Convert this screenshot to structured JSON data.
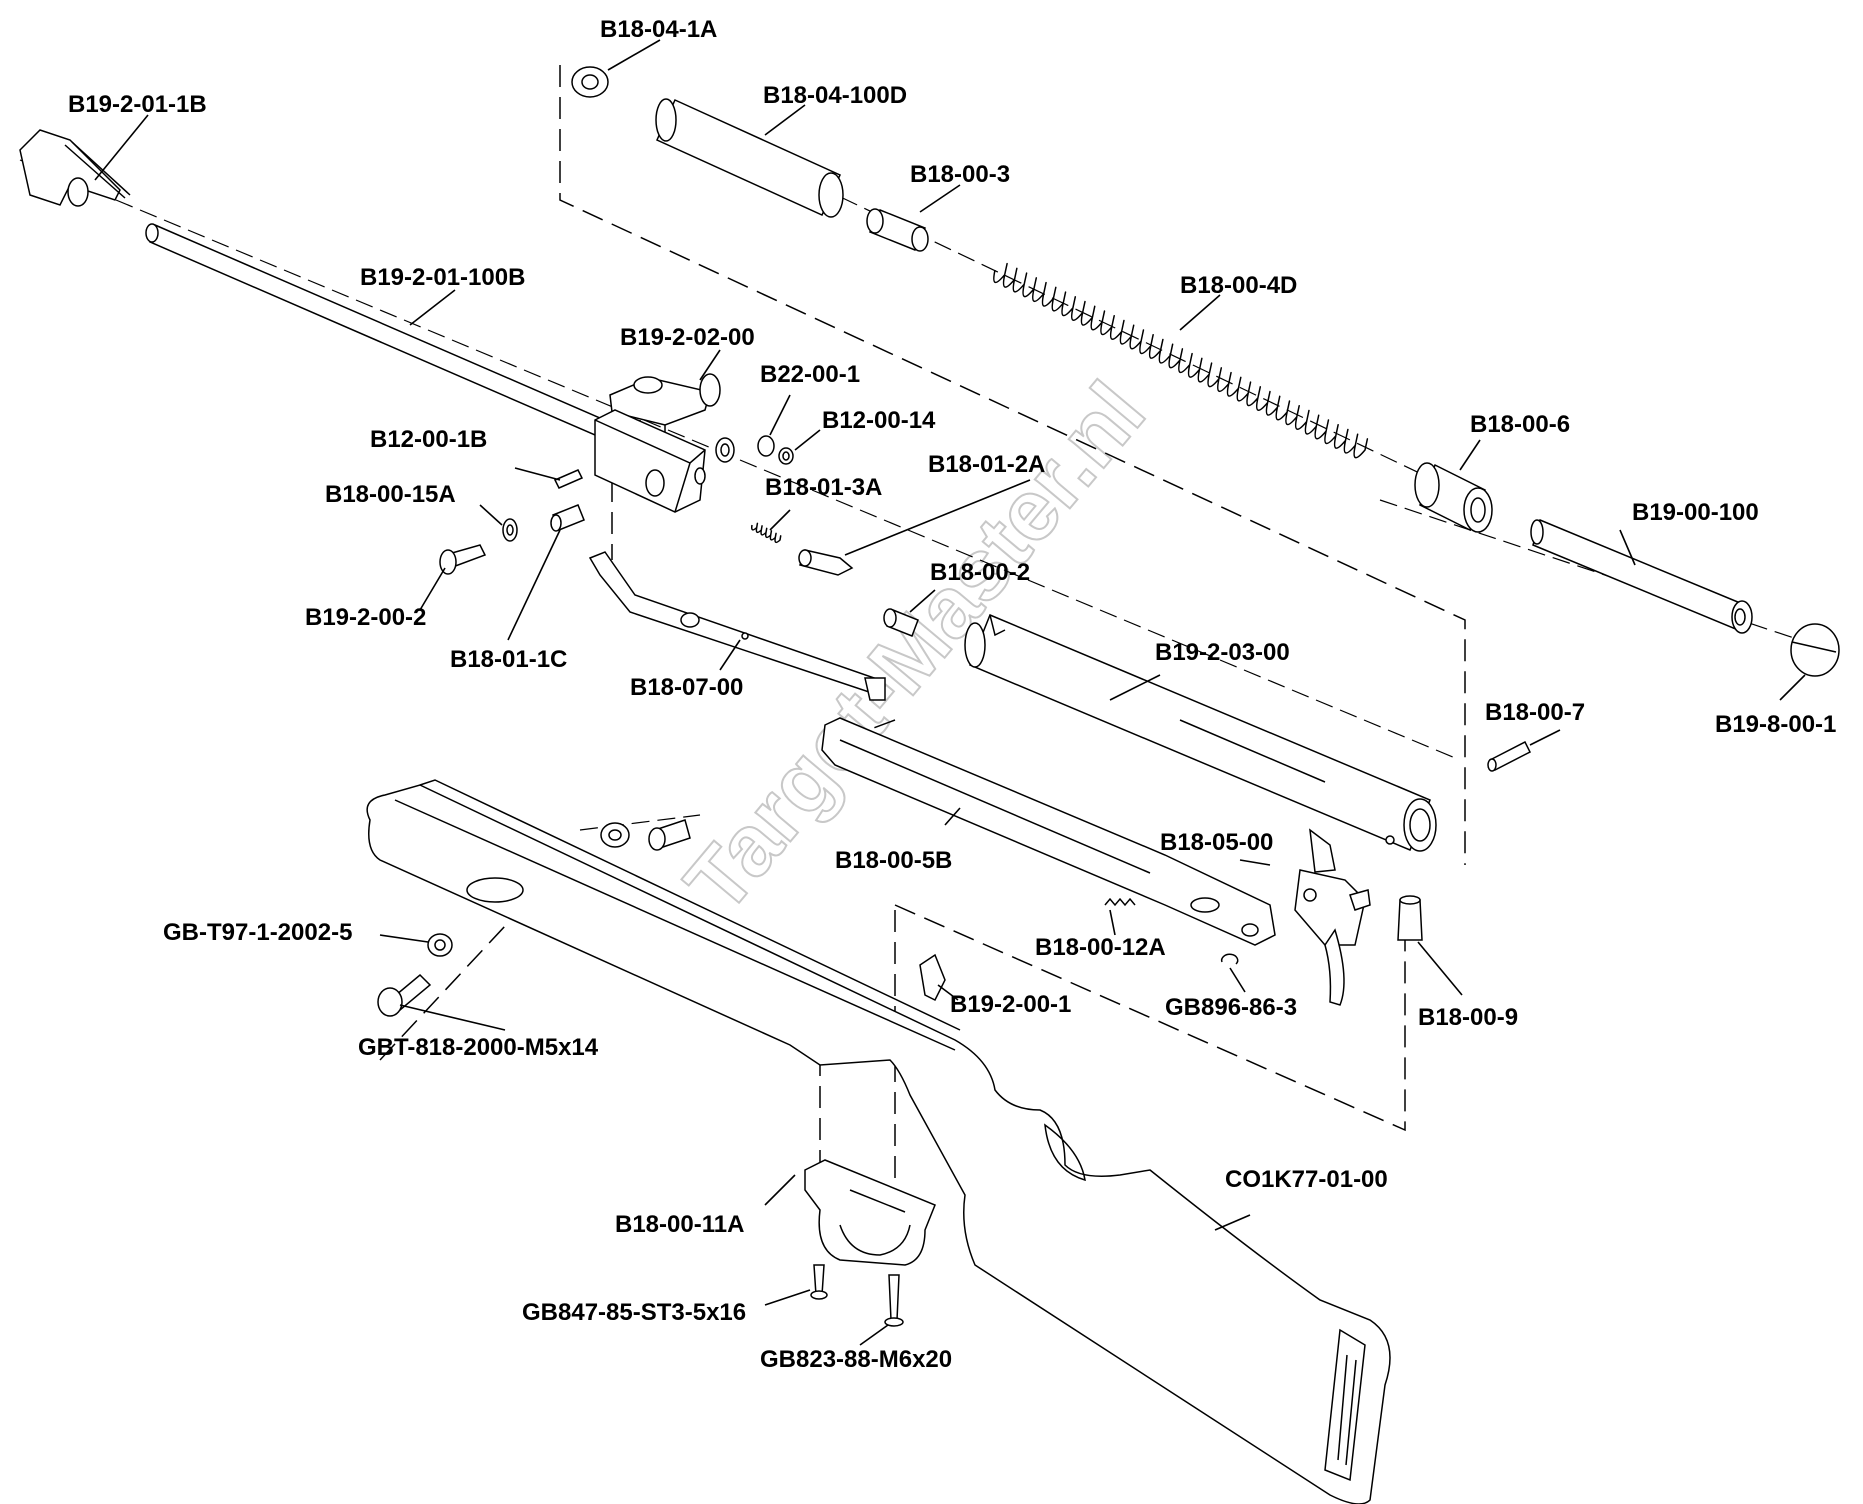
{
  "watermark": "© Target-Master.nl",
  "parts": {
    "p01": "B18-04-1A",
    "p02": "B19-2-01-1B",
    "p03": "B18-04-100D",
    "p04": "B18-00-3",
    "p05": "B19-2-01-100B",
    "p06": "B18-00-4D",
    "p07": "B19-2-02-00",
    "p08": "B22-00-1",
    "p09": "B12-00-14",
    "p10": "B12-00-1B",
    "p11": "B18-01-2A",
    "p12": "B18-00-6",
    "p13": "B18-00-15A",
    "p14": "B18-01-3A",
    "p15": "B19-00-100",
    "p16": "B18-00-2",
    "p17": "B19-2-00-2",
    "p18": "B19-2-03-00",
    "p19": "B18-01-1C",
    "p20": "B18-07-00",
    "p21": "B18-00-7",
    "p22": "B19-8-00-1",
    "p23": "B18-05-00",
    "p24": "B18-00-5B",
    "p25": "GB-T97-1-2002-5",
    "p26": "B18-00-12A",
    "p27": "B19-2-00-1",
    "p28": "GB896-86-3",
    "p29": "B18-00-9",
    "p30": "GBT-818-2000-M5x14",
    "p31": "CO1K77-01-00",
    "p32": "B18-00-11A",
    "p33": "GB847-85-ST3-5x16",
    "p34": "GB823-88-M6x20"
  }
}
